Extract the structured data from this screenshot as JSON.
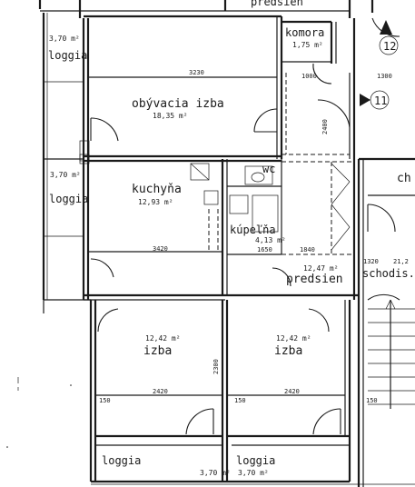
{
  "rooms": {
    "predsien_top": "predsien",
    "komora": "komora",
    "komora_area": "1,75 m²",
    "loggia_1": "loggia",
    "loggia_1_area": "3,70 m²",
    "obyvacia": "obývacia izba",
    "obyvacia_area": "18,35 m²",
    "loggia_2": "loggia",
    "loggia_2_area": "3,70 m²",
    "kuchyna": "kuchyňa",
    "kuchyna_area": "12,93 m²",
    "wc": "wc",
    "kupelna": "kúpeľňa",
    "kupelna_area": "4,13 m²",
    "ch": "ch",
    "predsien_mid": "predsien",
    "predsien_mid_area": "12,47 m²",
    "schodis": "schodis.",
    "izba_left": "izba",
    "izba_left_area": "12,42 m²",
    "izba_right": "izba",
    "izba_right_area": "12,42 m²",
    "loggia_3": "loggia",
    "loggia_3_area": "3,70 m²",
    "loggia_4": "loggia",
    "loggia_4_area": "3,70 m²"
  },
  "markers": {
    "m12": "12",
    "m11": "11"
  },
  "dimensions": {
    "d_3230": "3230",
    "d_1000": "1000",
    "d_1300": "1300",
    "d_2400": "2400",
    "d_3420": "3420",
    "d_1650": "1650",
    "d_1840": "1840",
    "d_1320": "1320",
    "d_2120": "21,2",
    "d_2420_l": "2420",
    "d_2420_r": "2420",
    "d_2300": "2300",
    "d_150_l": "150",
    "d_150_r": "150",
    "d_150_s": "150"
  }
}
